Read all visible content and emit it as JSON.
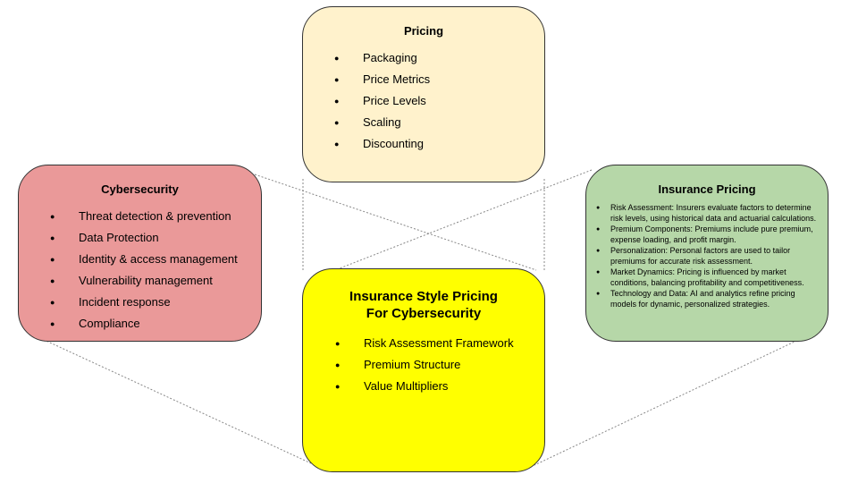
{
  "pricing": {
    "title": "Pricing",
    "items": [
      "Packaging",
      "Price Metrics",
      "Price Levels",
      "Scaling",
      "Discounting"
    ]
  },
  "cybersecurity": {
    "title": "Cybersecurity",
    "items": [
      "Threat detection & prevention",
      "Data Protection",
      "Identity & access management",
      "Vulnerability management",
      "Incident response",
      "Compliance"
    ]
  },
  "insurance_pricing": {
    "title": "Insurance Pricing",
    "items": [
      "Risk Assessment: Insurers evaluate factors to determine risk levels, using historical data and actuarial calculations.",
      "Premium Components: Premiums include pure premium, expense loading, and profit margin.",
      " Personalization: Personal factors are used to tailor premiums for accurate risk assessment.",
      "Market Dynamics: Pricing is influenced by market conditions, balancing profitability and competitiveness.",
      "Technology and Data: AI and analytics refine pricing models for dynamic, personalized strategies."
    ]
  },
  "center": {
    "title_line1": "Insurance Style Pricing",
    "title_line2": "For Cybersecurity",
    "items": [
      "Risk Assessment Framework",
      "Premium Structure",
      "Value Multipliers"
    ]
  },
  "colors": {
    "pricing": "#fff2cc",
    "cybersecurity": "#ea9999",
    "insurance": "#b6d7a8",
    "center": "#ffff00"
  }
}
